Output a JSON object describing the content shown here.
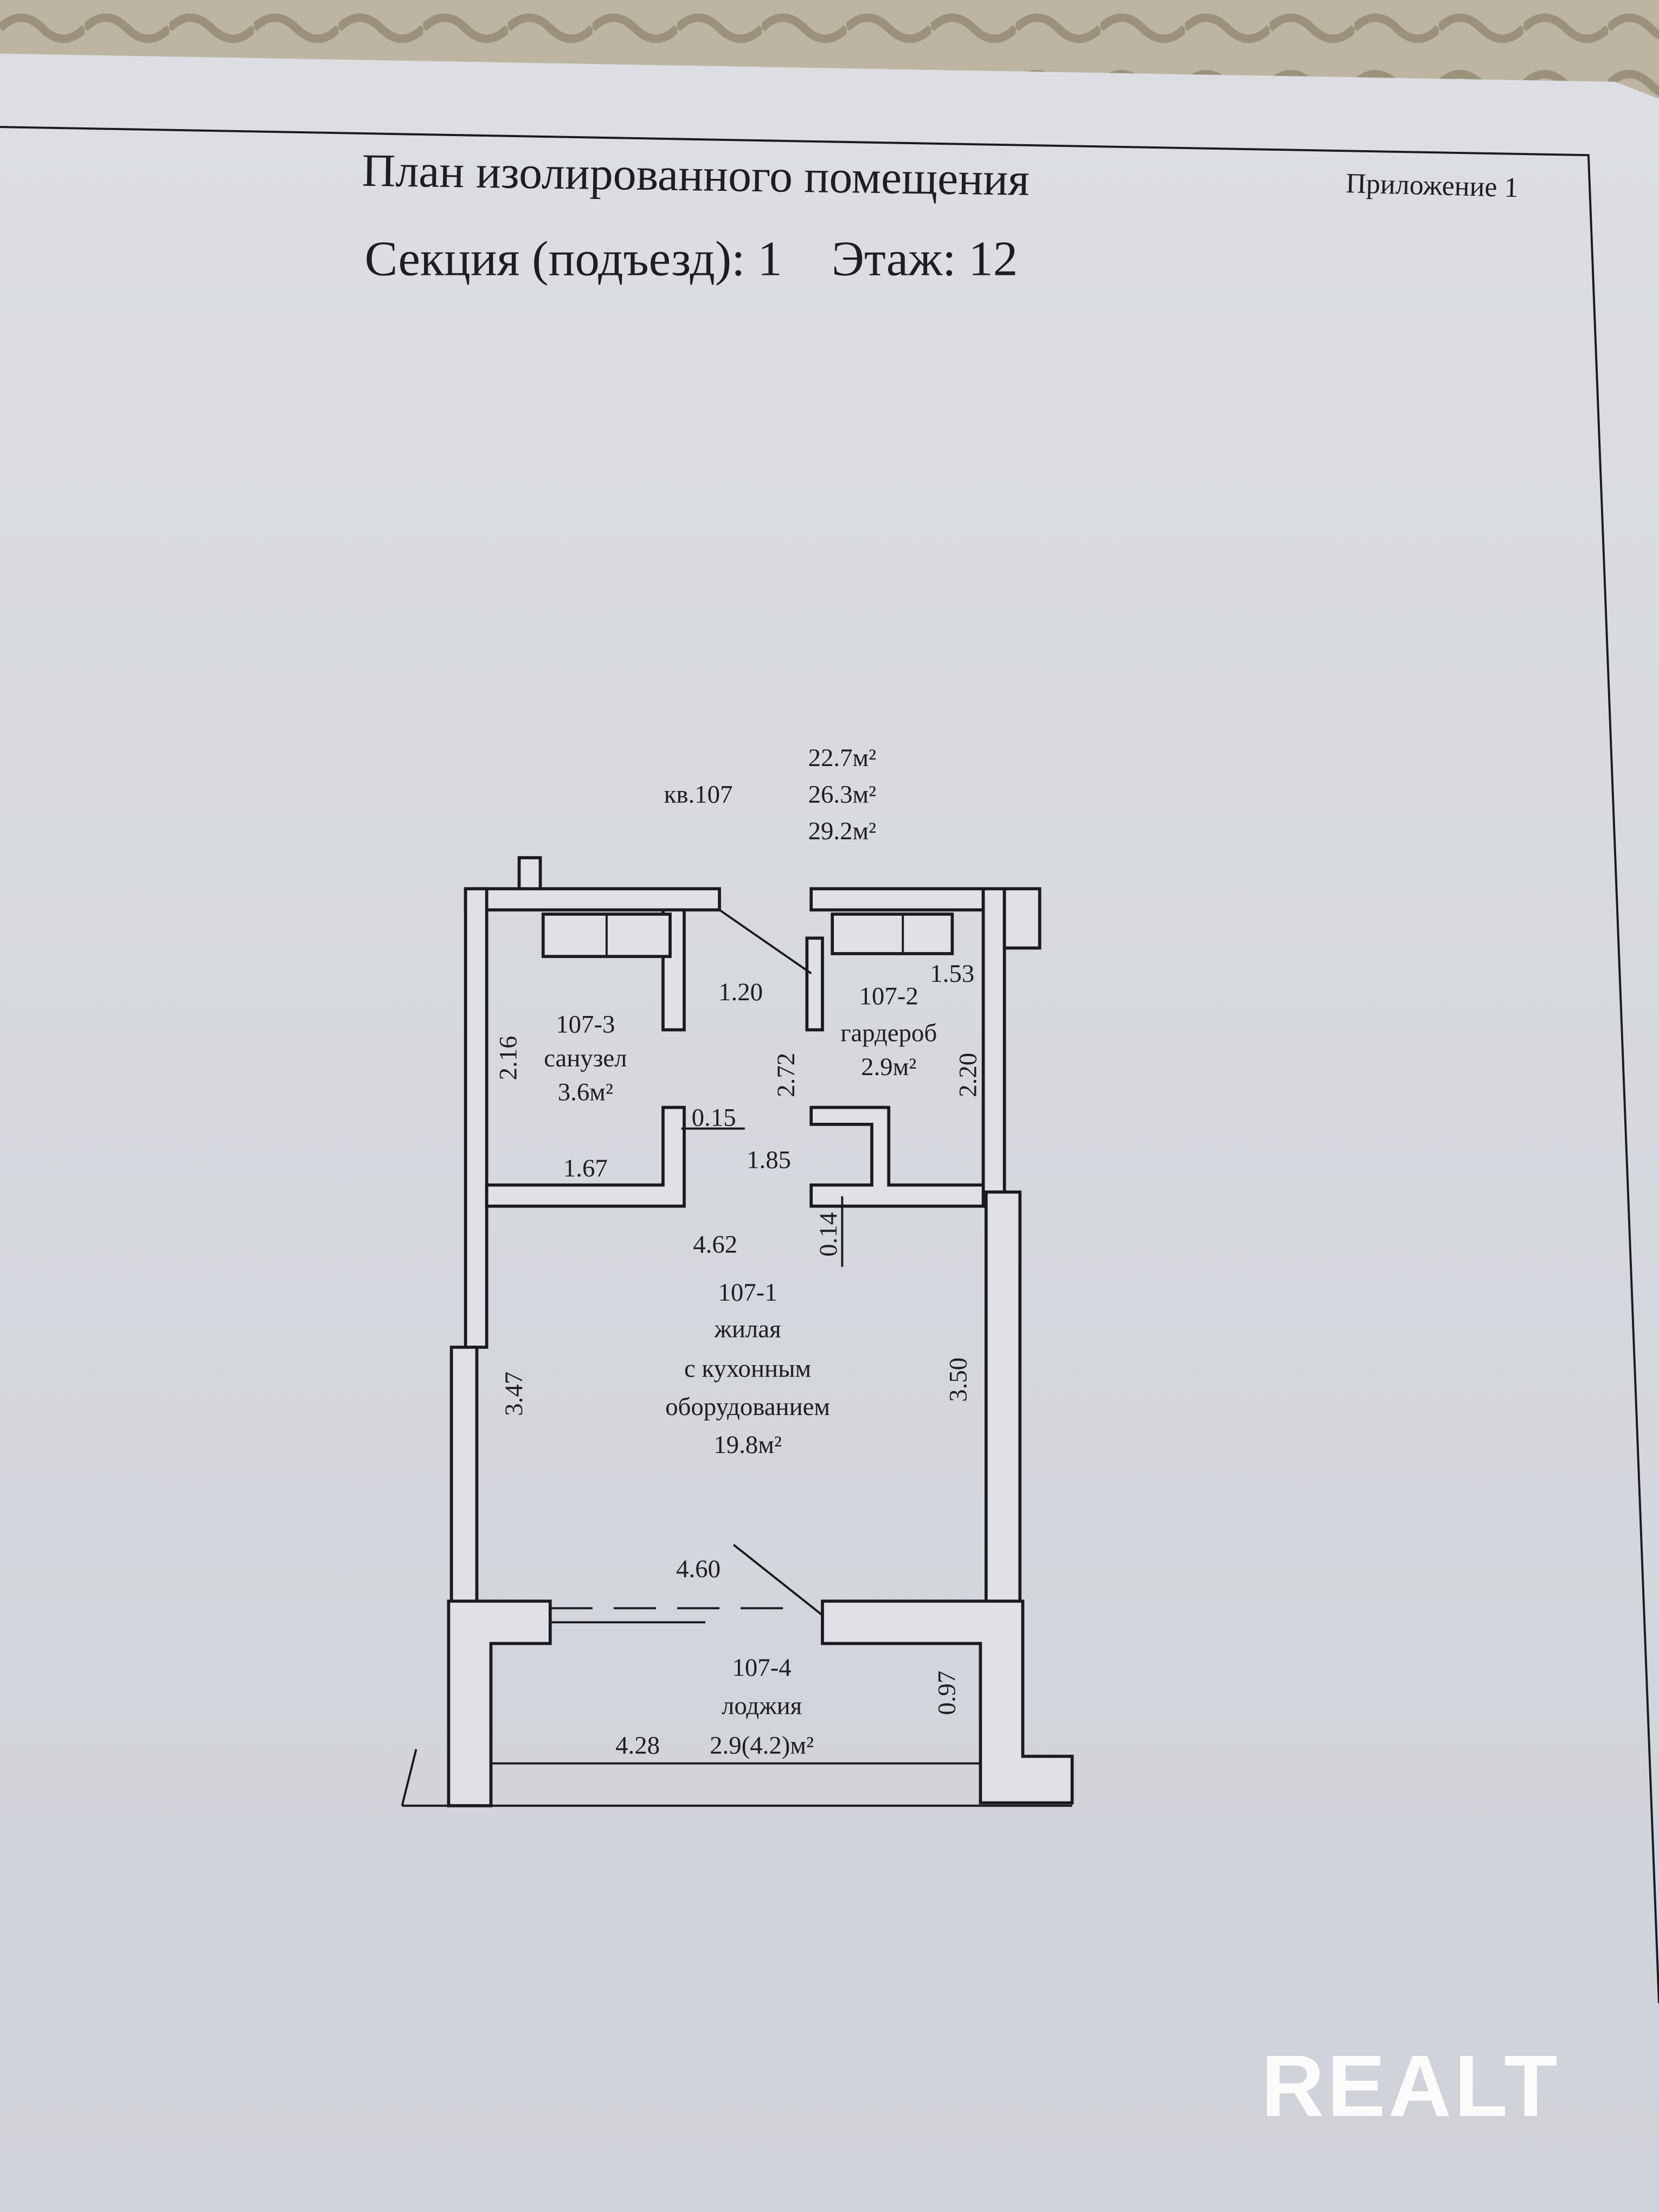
{
  "document": {
    "title": "План изолированного помещения",
    "subtitle": "Секция (подъезд): 1    Этаж: 12",
    "appendix": "Приложение 1"
  },
  "apartment": {
    "label": "кв.107",
    "areas": [
      "22.7м²",
      "26.3м²",
      "29.2м²"
    ]
  },
  "rooms": {
    "bathroom": {
      "id": "107-3",
      "name": "санузел",
      "area": "3.6м²"
    },
    "wardrobe": {
      "id": "107-2",
      "name": "гардероб",
      "area": "2.9м²"
    },
    "living": {
      "id": "107-1",
      "name_1": "жилая",
      "name_2": "с кухонным",
      "name_3": "оборудованием",
      "area": "19.8м²"
    },
    "loggia": {
      "id": "107-4",
      "name": "лоджия",
      "area": "2.9(4.2)м²"
    }
  },
  "dimensions": {
    "d_2_16": "2.16",
    "d_1_20": "1.20",
    "d_1_53": "1.53",
    "d_2_72": "2.72",
    "d_2_20": "2.20",
    "d_0_15": "0.15",
    "d_1_67": "1.67",
    "d_1_85": "1.85",
    "d_4_62": "4.62",
    "d_0_14": "0.14",
    "d_3_47": "3.47",
    "d_3_50": "3.50",
    "d_4_60": "4.60",
    "d_0_97": "0.97",
    "d_4_28": "4.28"
  },
  "watermark": "REALT"
}
